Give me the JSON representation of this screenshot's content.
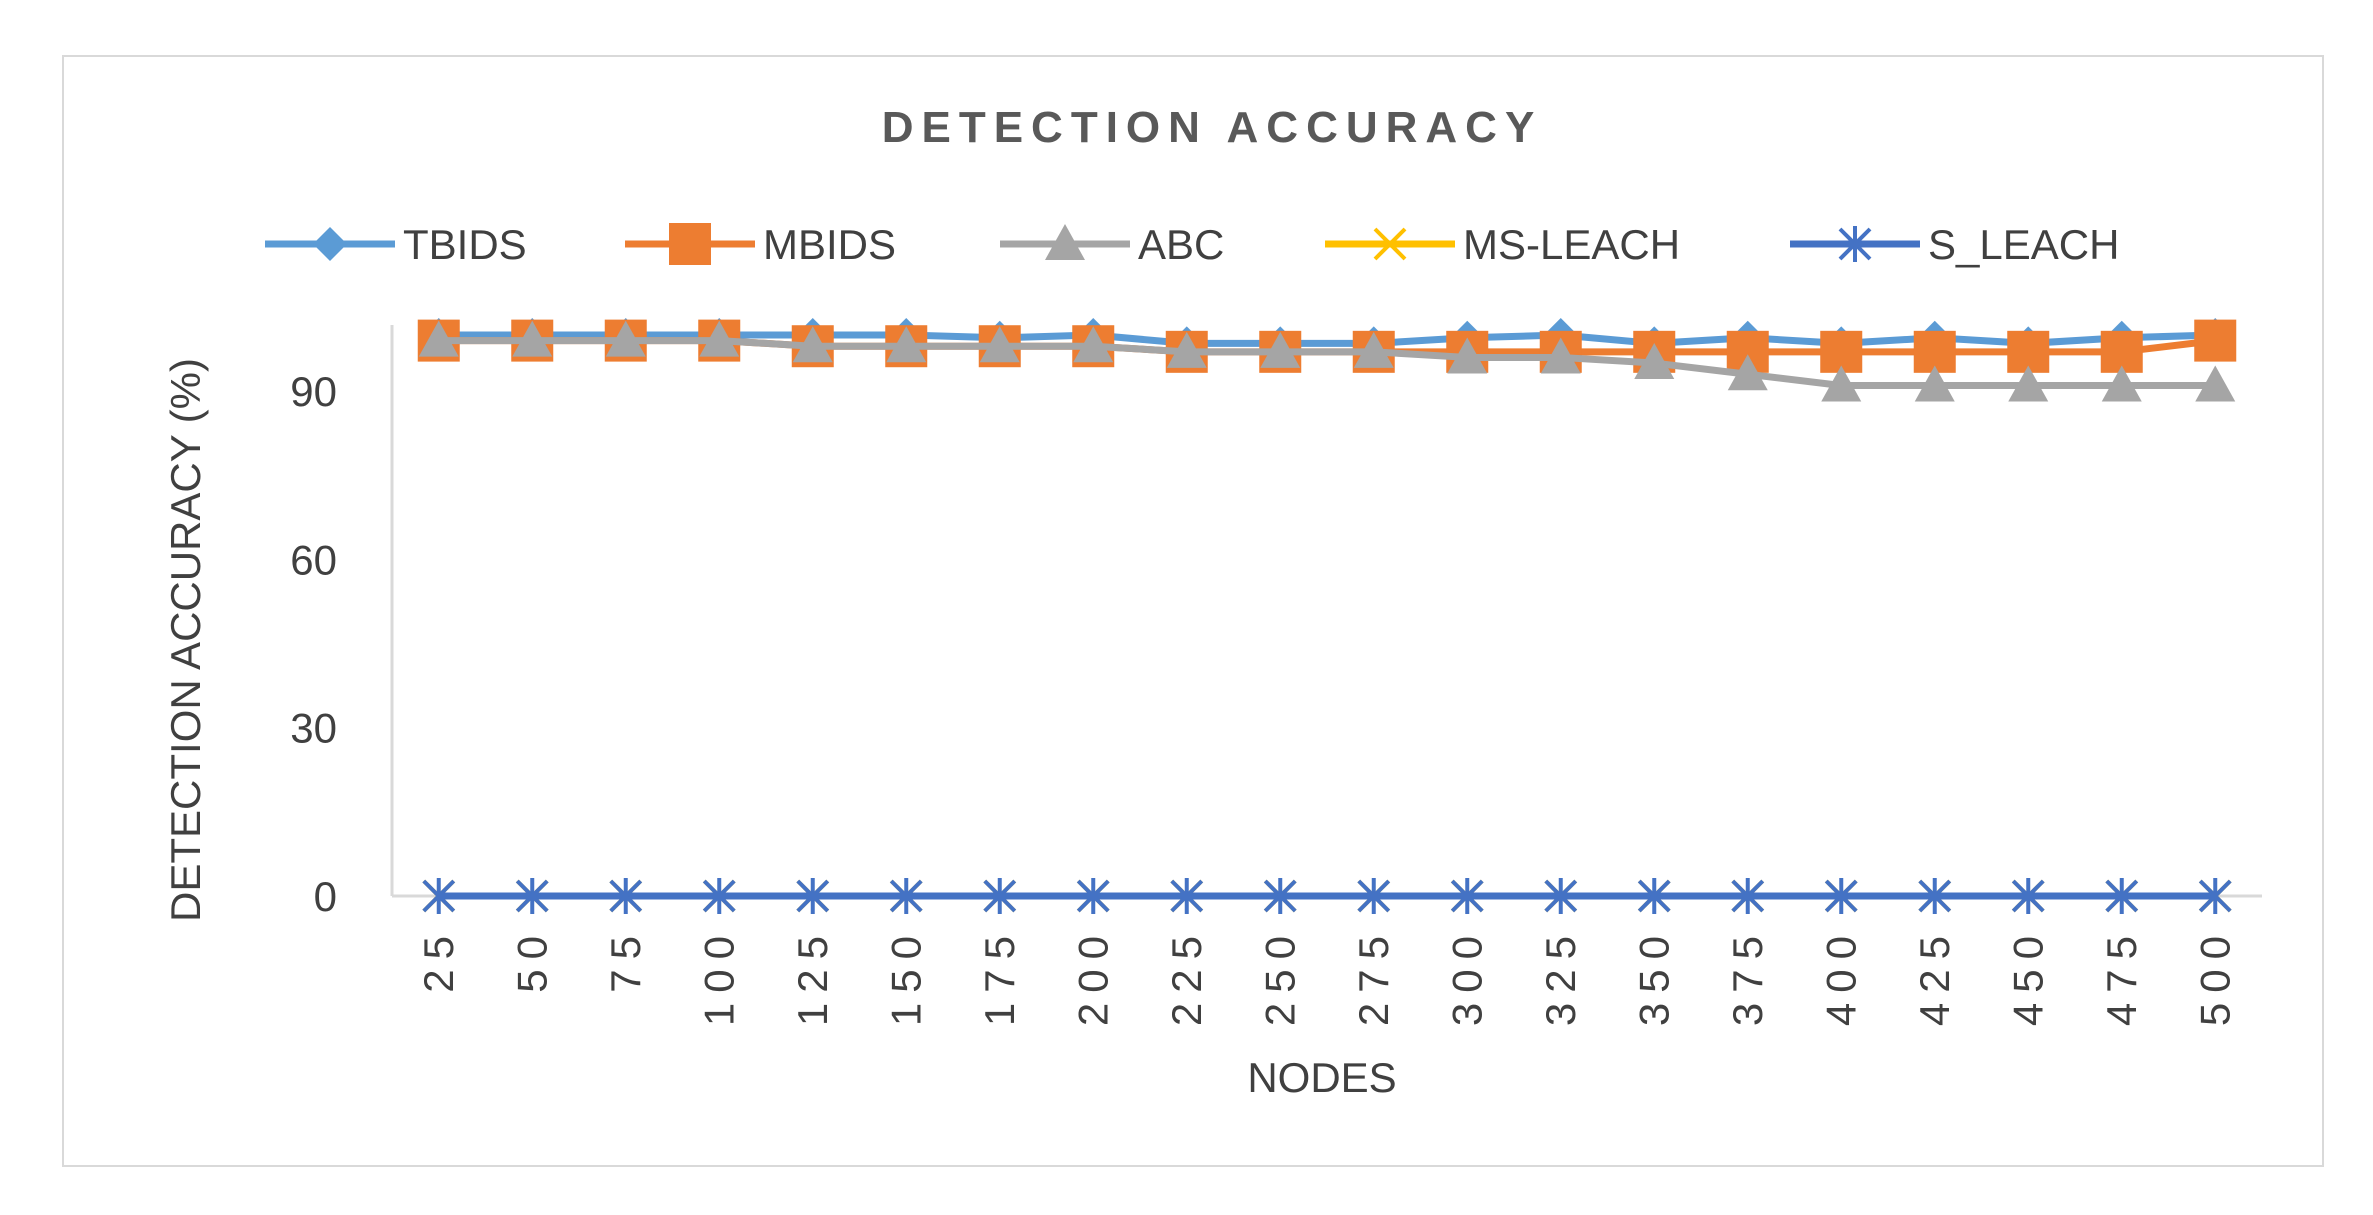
{
  "chart_data": {
    "type": "line",
    "title": "DETECTION ACCURACY",
    "xlabel": "NODES",
    "ylabel": "DETECTION ACCURACY (%)",
    "x": [
      "25",
      "50",
      "75",
      "100",
      "125",
      "150",
      "175",
      "200",
      "225",
      "250",
      "275",
      "300",
      "325",
      "350",
      "375",
      "400",
      "425",
      "450",
      "475",
      "500"
    ],
    "ylim": [
      0,
      100
    ],
    "yticks": [
      "0",
      "30",
      "60",
      "90"
    ],
    "ytick_values": [
      0,
      30,
      60,
      90
    ],
    "grid": false,
    "legend_position": "top",
    "series": [
      {
        "name": "TBIDS",
        "color": "#5B9BD5",
        "marker": "diamond",
        "values": [
          100,
          100,
          100,
          100,
          100,
          100,
          99.5,
          100,
          98.5,
          98.5,
          98.5,
          99.5,
          100,
          98.5,
          99.5,
          98.5,
          99.5,
          98.5,
          99.5,
          100
        ]
      },
      {
        "name": "MBIDS",
        "color": "#ED7D31",
        "marker": "square",
        "values": [
          99,
          99,
          99,
          99,
          98,
          98,
          98,
          98,
          97,
          97,
          97,
          97,
          97,
          97,
          97,
          97,
          97,
          97,
          97,
          99
        ]
      },
      {
        "name": "ABC",
        "color": "#A5A5A5",
        "marker": "triangle",
        "values": [
          99,
          99,
          99,
          99,
          98,
          98,
          98,
          98,
          97,
          97,
          97,
          96,
          96,
          95,
          93,
          91,
          91,
          91,
          91,
          91
        ]
      },
      {
        "name": "MS-LEACH",
        "color": "#FFC000",
        "marker": "x",
        "values": [
          0,
          0,
          0,
          0,
          0,
          0,
          0,
          0,
          0,
          0,
          0,
          0,
          0,
          0,
          0,
          0,
          0,
          0,
          0,
          0
        ]
      },
      {
        "name": "S_LEACH",
        "color": "#4472C4",
        "marker": "star",
        "values": [
          0,
          0,
          0,
          0,
          0,
          0,
          0,
          0,
          0,
          0,
          0,
          0,
          0,
          0,
          0,
          0,
          0,
          0,
          0,
          0
        ]
      }
    ]
  }
}
